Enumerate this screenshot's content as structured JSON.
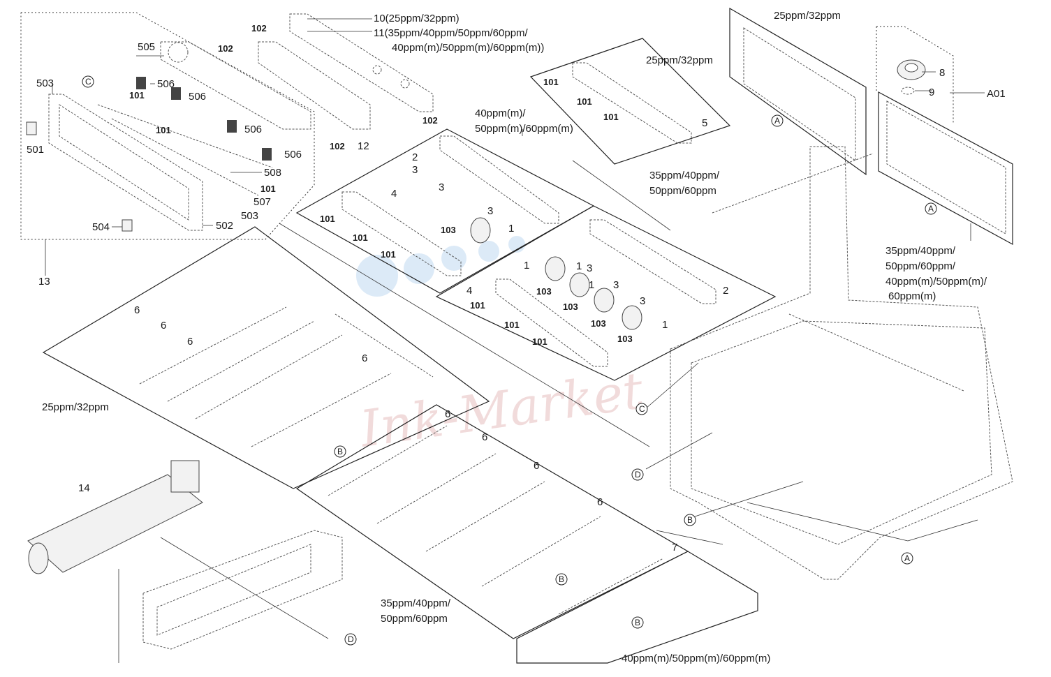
{
  "captions": {
    "c10": "10(25ppm/32ppm)",
    "c11a": "11(35ppm/40ppm/50ppm/60ppm/",
    "c11b": "40ppm(m)/50ppm(m)/60ppm(m))",
    "top_right_a": "25ppm/32ppm",
    "top_mid": "25ppm/32ppm",
    "mid_m_a": "40ppm(m)/",
    "mid_m_b": "50ppm(m)/60ppm(m)",
    "mid_35a": "35ppm/40ppm/",
    "mid_35b": "50ppm/60ppm",
    "right_a": "35ppm/40ppm/",
    "right_b": "50ppm/60ppm/",
    "right_c": "40ppm(m)/50ppm(m)/",
    "right_d": "60ppm(m)",
    "left_25": "25ppm/32ppm",
    "bottom_35a": "35ppm/40ppm/",
    "bottom_35b": "50ppm/60ppm",
    "bottom_m": "40ppm(m)/50ppm(m)/60ppm(m)",
    "a01": "A01"
  },
  "part_numbers": {
    "p1": "1",
    "p2": "2",
    "p3": "3",
    "p4": "4",
    "p5": "5",
    "p6": "6",
    "p7": "7",
    "p8": "8",
    "p9": "9",
    "p12": "12",
    "p13": "13",
    "p14": "14",
    "p101": "101",
    "p102": "102",
    "p103": "103",
    "p501": "501",
    "p502": "502",
    "p503": "503",
    "p504": "504",
    "p505": "505",
    "p506": "506",
    "p507": "507",
    "p508": "508"
  },
  "markers": {
    "A": "A",
    "B": "B",
    "C": "C",
    "D": "D"
  },
  "watermark": "Ink-Market"
}
